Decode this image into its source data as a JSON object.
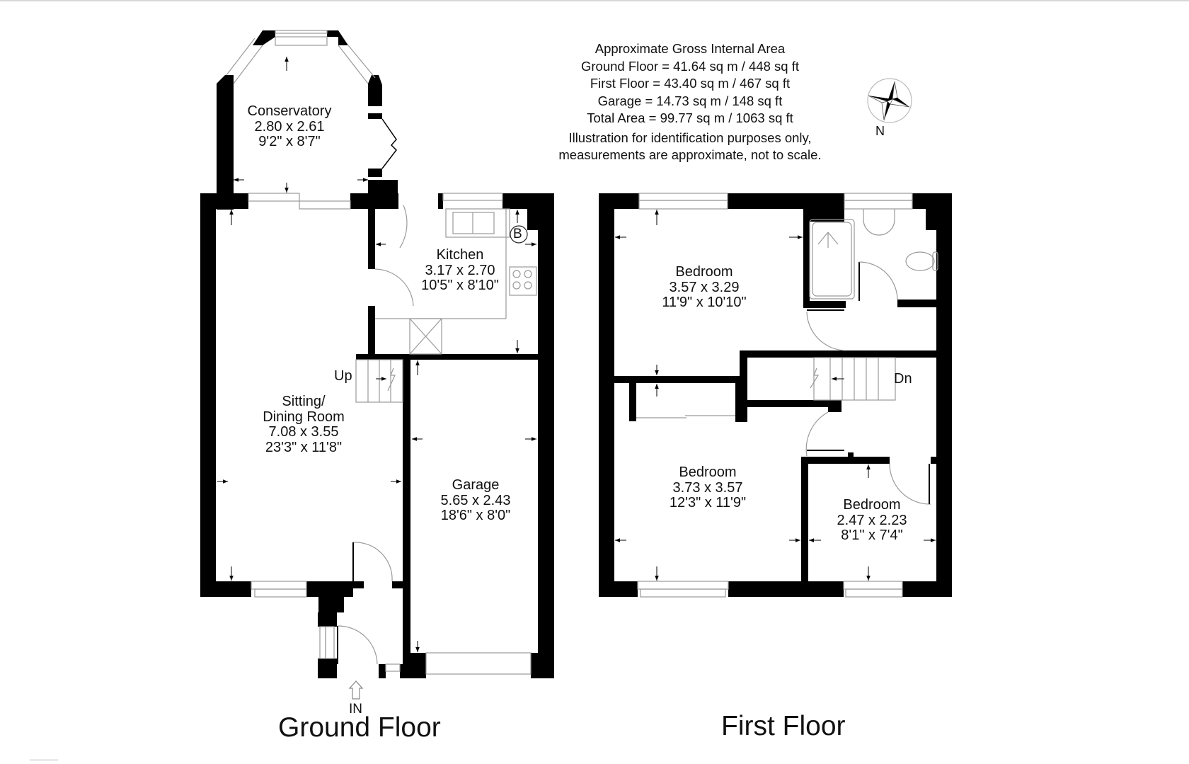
{
  "area_summary": {
    "heading": "Approximate Gross Internal Area",
    "lines": [
      "Ground Floor = 41.64 sq m / 448 sq ft",
      "First Floor = 43.40 sq m / 467 sq ft",
      "Garage = 14.73 sq m / 148 sq ft",
      "Total Area = 99.77 sq m / 1063 sq ft"
    ],
    "disclaimer": [
      "Illustration for identification purposes only,",
      "measurements are approximate, not to scale."
    ]
  },
  "compass": {
    "label": "N",
    "icon": "compass-rose-icon"
  },
  "ground_floor": {
    "title": "Ground Floor",
    "entrance_label": "IN",
    "stairs_label": "Up",
    "boiler_label": "B",
    "rooms": [
      {
        "name": "Conservatory",
        "metric": "2.80 x 2.61",
        "imperial": "9'2\" x 8'7\""
      },
      {
        "name": "Kitchen",
        "metric": "3.17 x 2.70",
        "imperial": "10'5\" x 8'10\""
      },
      {
        "name": "Sitting/",
        "name2": "Dining Room",
        "metric": "7.08 x 3.55",
        "imperial": "23'3\" x 11'8\""
      },
      {
        "name": "Garage",
        "metric": "5.65 x 2.43",
        "imperial": "18'6\" x 8'0\""
      }
    ]
  },
  "first_floor": {
    "title": "First Floor",
    "stairs_label": "Dn",
    "rooms": [
      {
        "name": "Bedroom",
        "metric": "3.57 x 3.29",
        "imperial": "11'9\" x 10'10\""
      },
      {
        "name": "Bedroom",
        "metric": "3.73 x 3.57",
        "imperial": "12'3\" x 11'9\""
      },
      {
        "name": "Bedroom",
        "metric": "2.47 x 2.23",
        "imperial": "8'1\" x 7'4\""
      }
    ]
  },
  "colors": {
    "wall": "#000000",
    "line": "#9a9a9a",
    "background": "#ffffff"
  }
}
